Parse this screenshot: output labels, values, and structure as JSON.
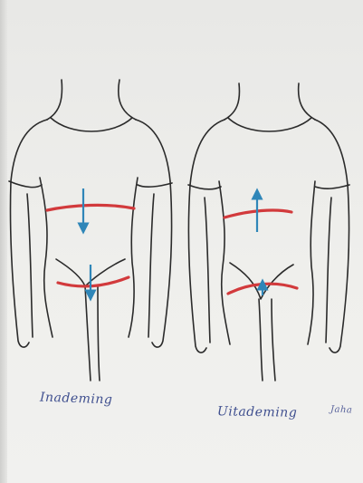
{
  "illustration": {
    "colors": {
      "paper": "#ededeb",
      "ink_outline": "#2b2b2b",
      "band": "#d23a3c",
      "arrow": "#2f86b8"
    },
    "figures": [
      {
        "label": "Inademing",
        "arrow_direction": "down"
      },
      {
        "label": "Uitademing",
        "arrow_direction": "up"
      }
    ],
    "signature": "Jaha"
  }
}
